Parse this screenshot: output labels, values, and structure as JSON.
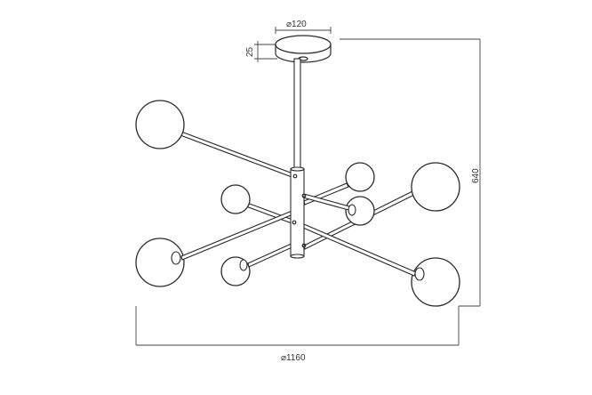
{
  "dimensions": {
    "canopy_diameter": "⌀120",
    "canopy_height": "25",
    "total_height": "640",
    "total_width": "⌀1160"
  },
  "colors": {
    "line": "#2a2a2a",
    "background": "#ffffff"
  }
}
